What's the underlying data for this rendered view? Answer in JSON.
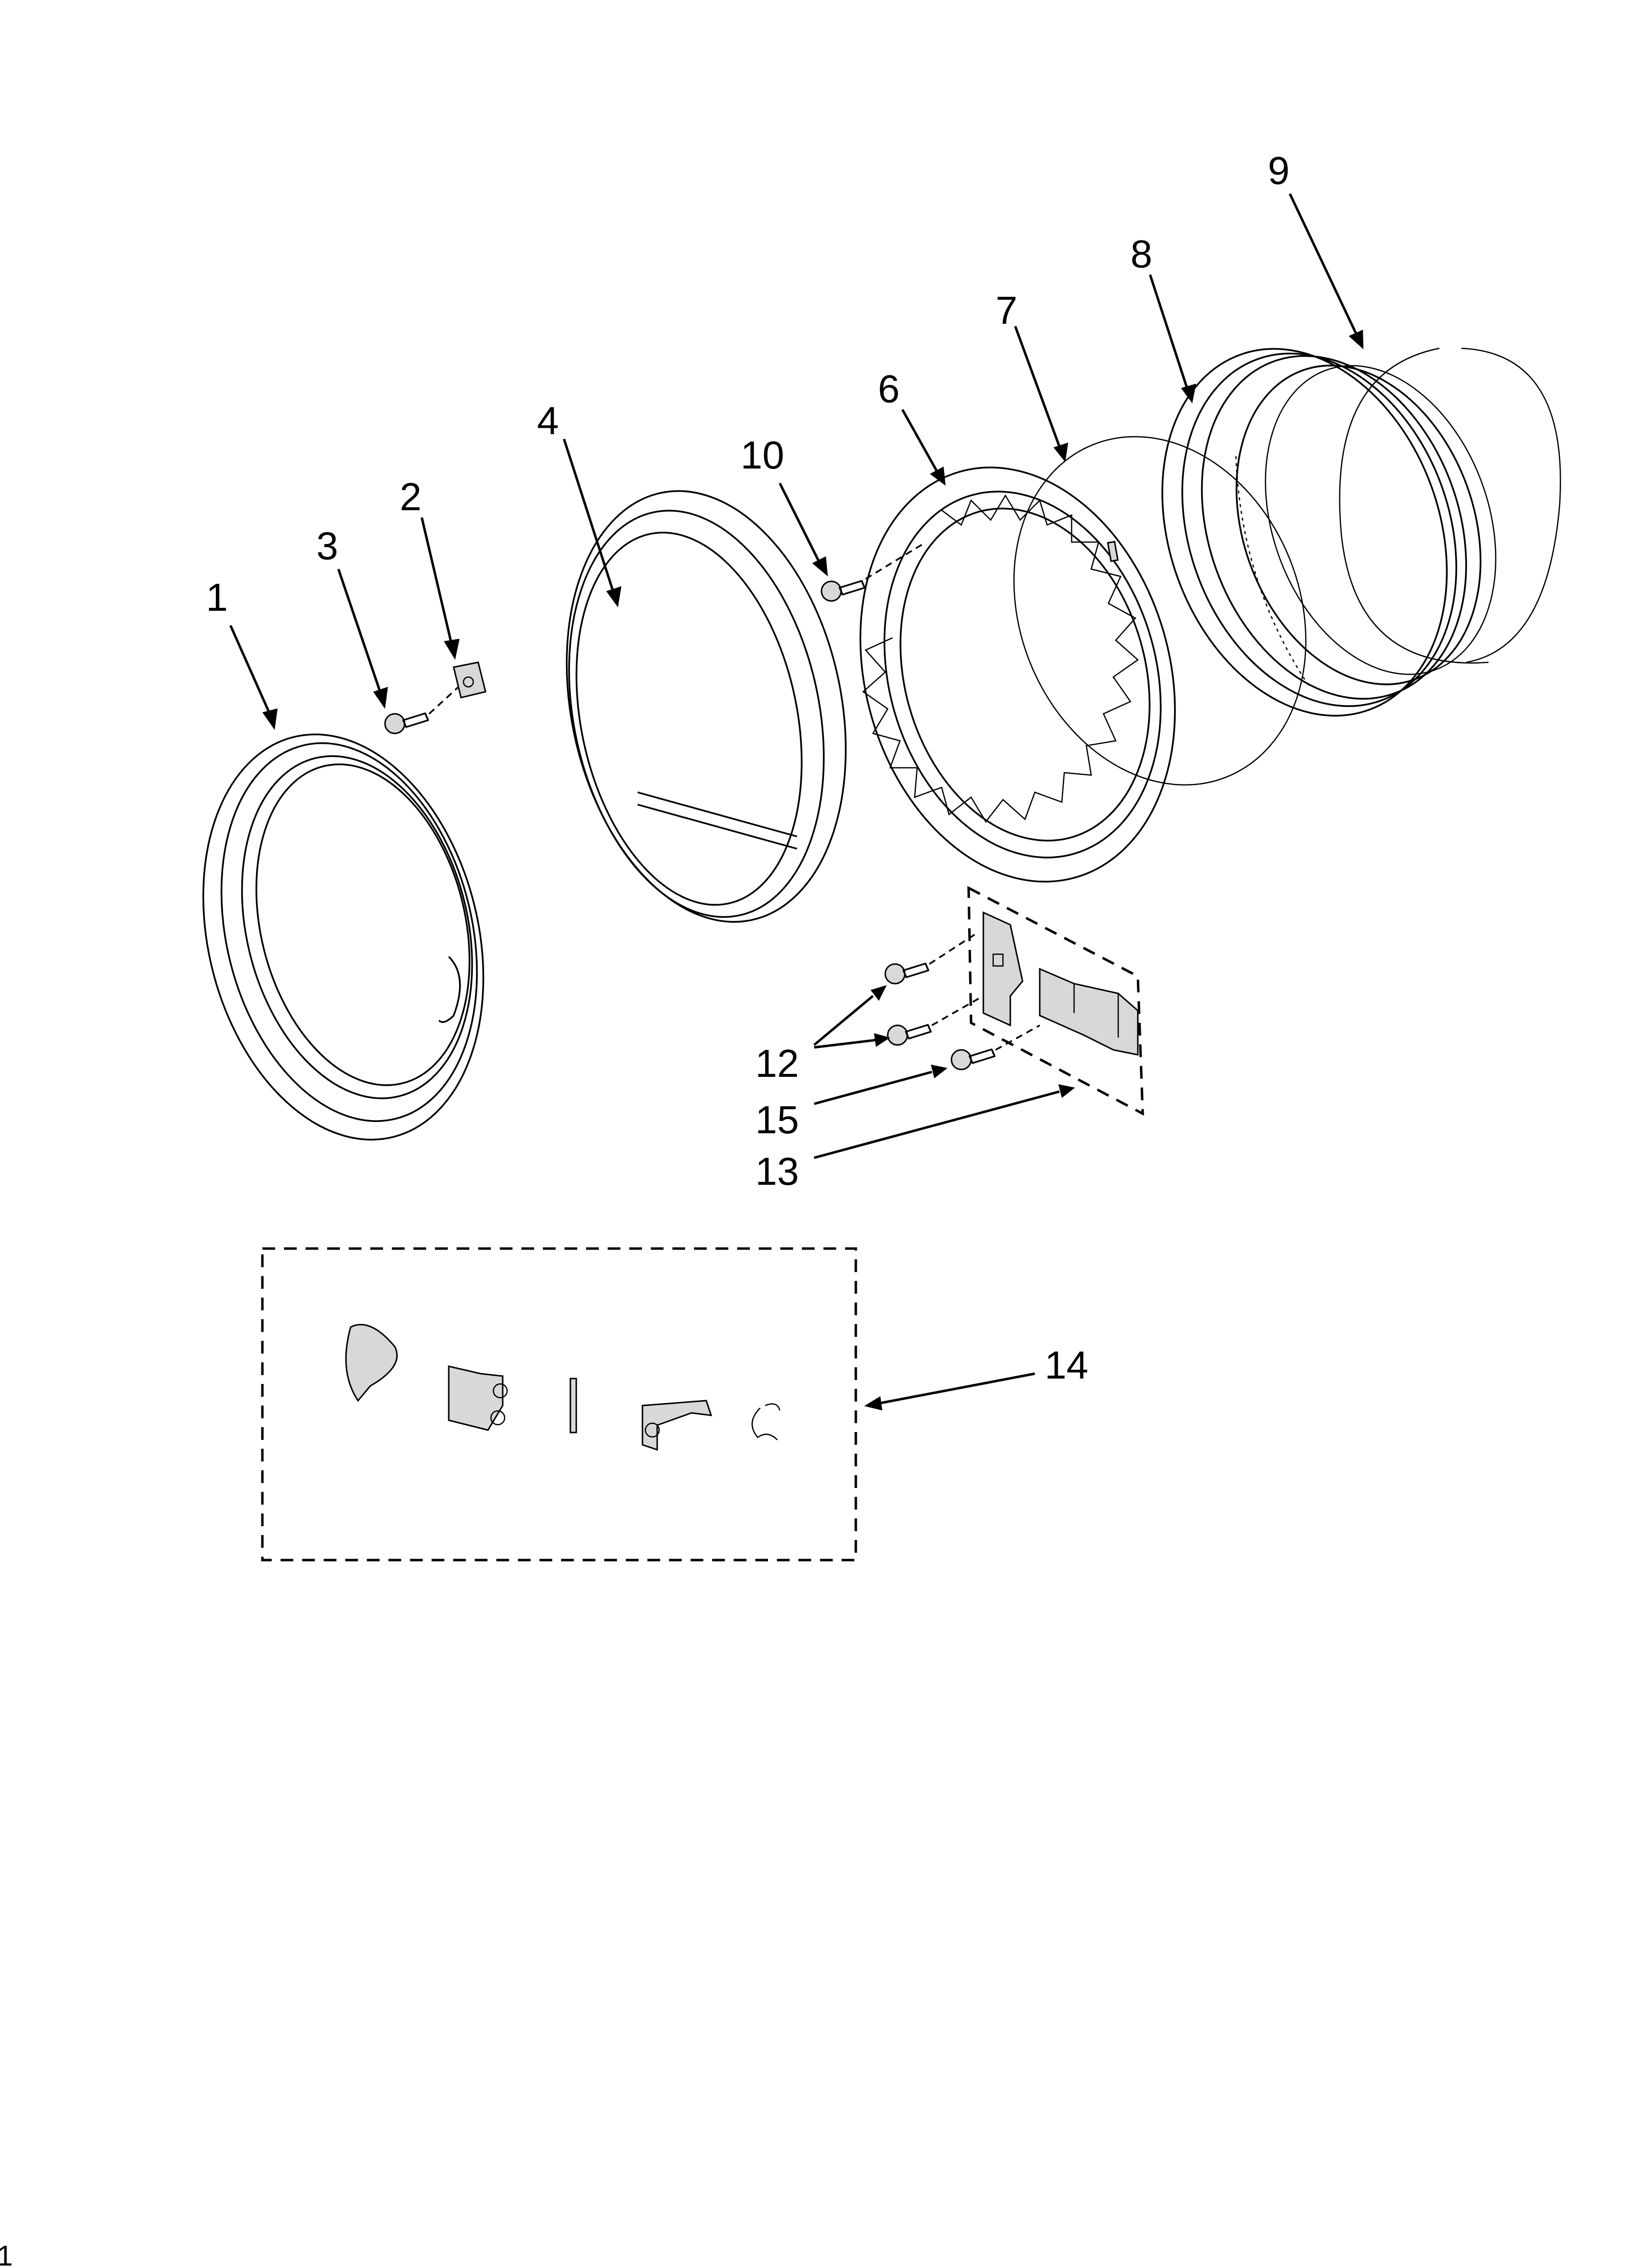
{
  "callouts": [
    {
      "id": "c1",
      "text": "1"
    },
    {
      "id": "c2",
      "text": "2"
    },
    {
      "id": "c3",
      "text": "3"
    },
    {
      "id": "c4",
      "text": "4"
    },
    {
      "id": "c6",
      "text": "6"
    },
    {
      "id": "c7",
      "text": "7"
    },
    {
      "id": "c8",
      "text": "8"
    },
    {
      "id": "c9",
      "text": "9"
    },
    {
      "id": "c10",
      "text": "10"
    },
    {
      "id": "c12",
      "text": "12"
    },
    {
      "id": "c13",
      "text": "13"
    },
    {
      "id": "c14",
      "text": "14"
    },
    {
      "id": "c15",
      "text": "15"
    }
  ],
  "page_number": "1"
}
